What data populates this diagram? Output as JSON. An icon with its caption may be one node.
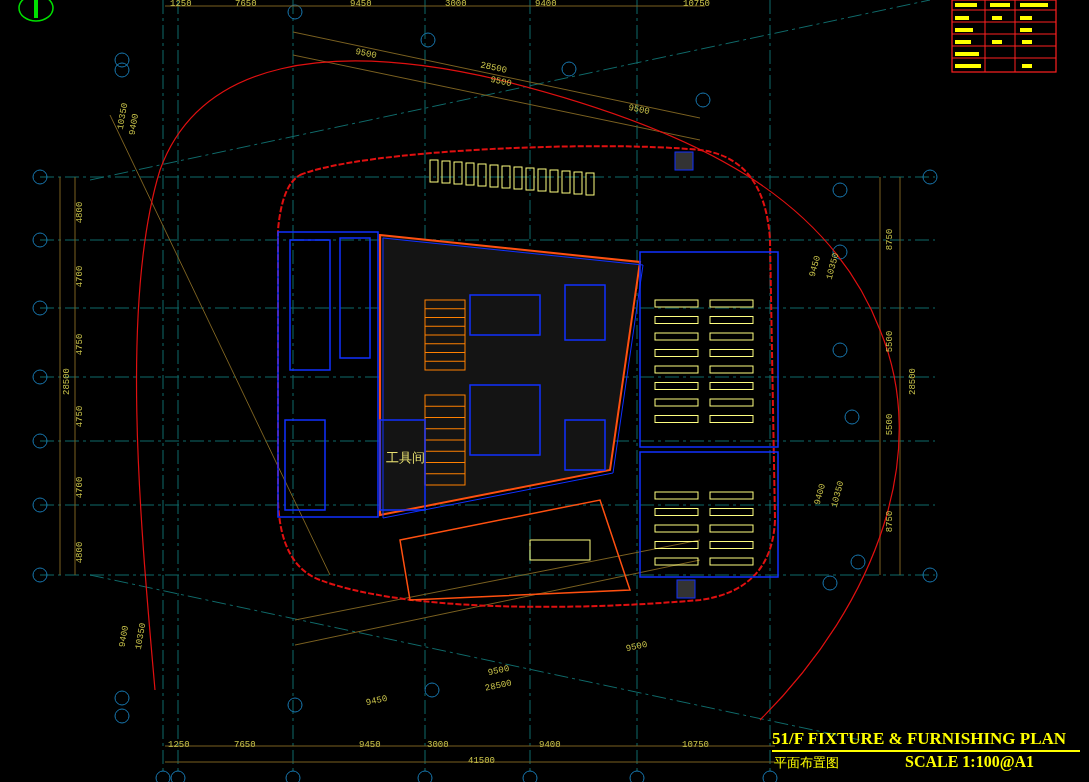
{
  "diagram": {
    "title": "51/F FIXTURE & FURNISHING PLAN",
    "labels": [
      "1250",
      "7650",
      "9450",
      "3000",
      "9400",
      "10750",
      "9500",
      "28500",
      "9500",
      "9500",
      "10350",
      "9400",
      "4800",
      "4700",
      "4750",
      "28500",
      "4750",
      "4700",
      "4800",
      "9450",
      "10350",
      "8750",
      "5500",
      "28500",
      "5500",
      "8750",
      "9400",
      "10350",
      "工具间",
      "9400",
      "10350",
      "9500",
      "9500",
      "28500",
      "9450",
      "1250",
      "7650",
      "9450",
      "3000",
      "9400",
      "10750",
      "41500",
      "平面布置图",
      "SCALE 1:100@A1"
    ]
  }
}
